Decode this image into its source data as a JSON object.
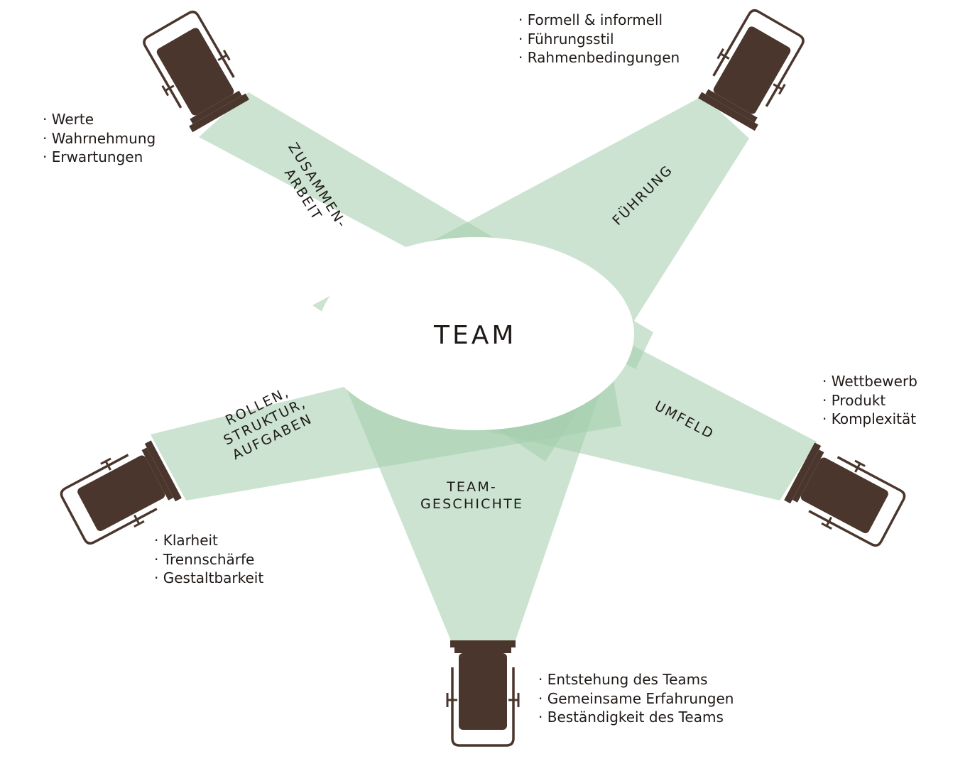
{
  "center": {
    "title": "TEAM"
  },
  "colors": {
    "beam": "#a6cfae",
    "lamp": "#4a362c",
    "text": "#1f1a17",
    "center": "#ffffff"
  },
  "icons": {
    "spotlight": "spotlight-icon"
  },
  "dimensions": [
    {
      "id": "zusammenarbeit",
      "beam_label": [
        "ZUSAMMEN-",
        "ARBEIT"
      ],
      "bullets": [
        "Werte",
        "Wahrnehmung",
        "Erwartungen"
      ]
    },
    {
      "id": "fuehrung",
      "beam_label": [
        "FÜHRUNG"
      ],
      "bullets": [
        "Formell & informell",
        "Führungsstil",
        "Rahmenbedingungen"
      ]
    },
    {
      "id": "umfeld",
      "beam_label": [
        "UMFELD"
      ],
      "bullets": [
        "Wettbewerb",
        "Produkt",
        "Komplexität"
      ]
    },
    {
      "id": "teamgeschichte",
      "beam_label": [
        "TEAM-",
        "GESCHICHTE"
      ],
      "bullets": [
        "Entstehung des Teams",
        "Gemeinsame Erfahrungen",
        "Beständigkeit des Teams"
      ]
    },
    {
      "id": "rollen",
      "beam_label": [
        "ROLLEN,",
        "STRUKTUR,",
        "AUFGABEN"
      ],
      "bullets": [
        "Klarheit",
        "Trennschärfe",
        "Gestaltbarkeit"
      ]
    }
  ]
}
